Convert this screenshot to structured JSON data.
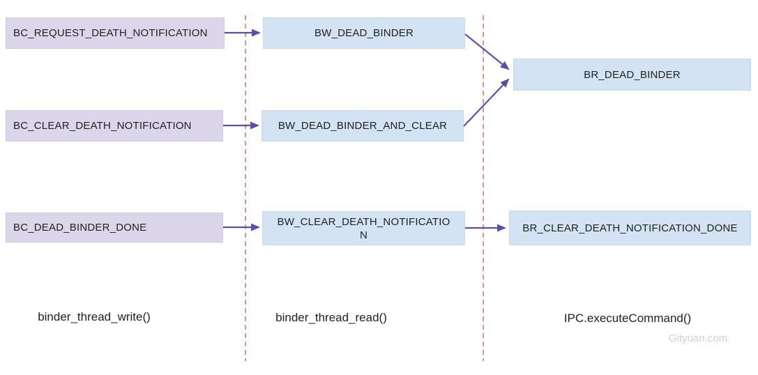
{
  "diagram": {
    "columns": [
      {
        "id": "binder_thread_write",
        "label": "binder_thread_write()"
      },
      {
        "id": "binder_thread_read",
        "label": "binder_thread_read()"
      },
      {
        "id": "ipc_execute_command",
        "label": "IPC.executeCommand()"
      }
    ],
    "nodes": [
      {
        "id": "bc_request_death_notification",
        "label": "BC_REQUEST_DEATH_NOTIFICATION",
        "column": "binder_thread_write",
        "type": "command"
      },
      {
        "id": "bw_dead_binder",
        "label": "BW_DEAD_BINDER",
        "column": "binder_thread_read",
        "type": "work"
      },
      {
        "id": "br_dead_binder",
        "label": "BR_DEAD_BINDER",
        "column": "ipc_execute_command",
        "type": "work"
      },
      {
        "id": "bc_clear_death_notification",
        "label": "BC_CLEAR_DEATH_NOTIFICATION",
        "column": "binder_thread_write",
        "type": "command"
      },
      {
        "id": "bw_dead_binder_and_clear",
        "label": "BW_DEAD_BINDER_AND_CLEAR",
        "column": "binder_thread_read",
        "type": "work"
      },
      {
        "id": "bc_dead_binder_done",
        "label": "BC_DEAD_BINDER_DONE",
        "column": "binder_thread_write",
        "type": "command"
      },
      {
        "id": "bw_clear_death_notification",
        "label": "BW_CLEAR_DEATH_NOTIFICATION",
        "column": "binder_thread_read",
        "type": "work"
      },
      {
        "id": "br_clear_death_notification_done",
        "label": "BR_CLEAR_DEATH_NOTIFICATION_DONE",
        "column": "ipc_execute_command",
        "type": "work"
      }
    ],
    "edges": [
      {
        "from": "bc_request_death_notification",
        "to": "bw_dead_binder"
      },
      {
        "from": "bc_clear_death_notification",
        "to": "bw_dead_binder_and_clear"
      },
      {
        "from": "bc_dead_binder_done",
        "to": "bw_clear_death_notification"
      },
      {
        "from": "bw_dead_binder",
        "to": "br_dead_binder"
      },
      {
        "from": "bw_dead_binder_and_clear",
        "to": "br_dead_binder"
      },
      {
        "from": "bw_clear_death_notification",
        "to": "br_clear_death_notification_done"
      }
    ],
    "watermark": "Gityuan.com",
    "colors": {
      "command_box_fill": "#dcd6ea",
      "work_box_fill": "#d3e3f3",
      "arrow": "#5b4ea6",
      "divider_dashed": "#c96a5e",
      "text": "#212121",
      "watermark": "#d0d0d0"
    }
  }
}
